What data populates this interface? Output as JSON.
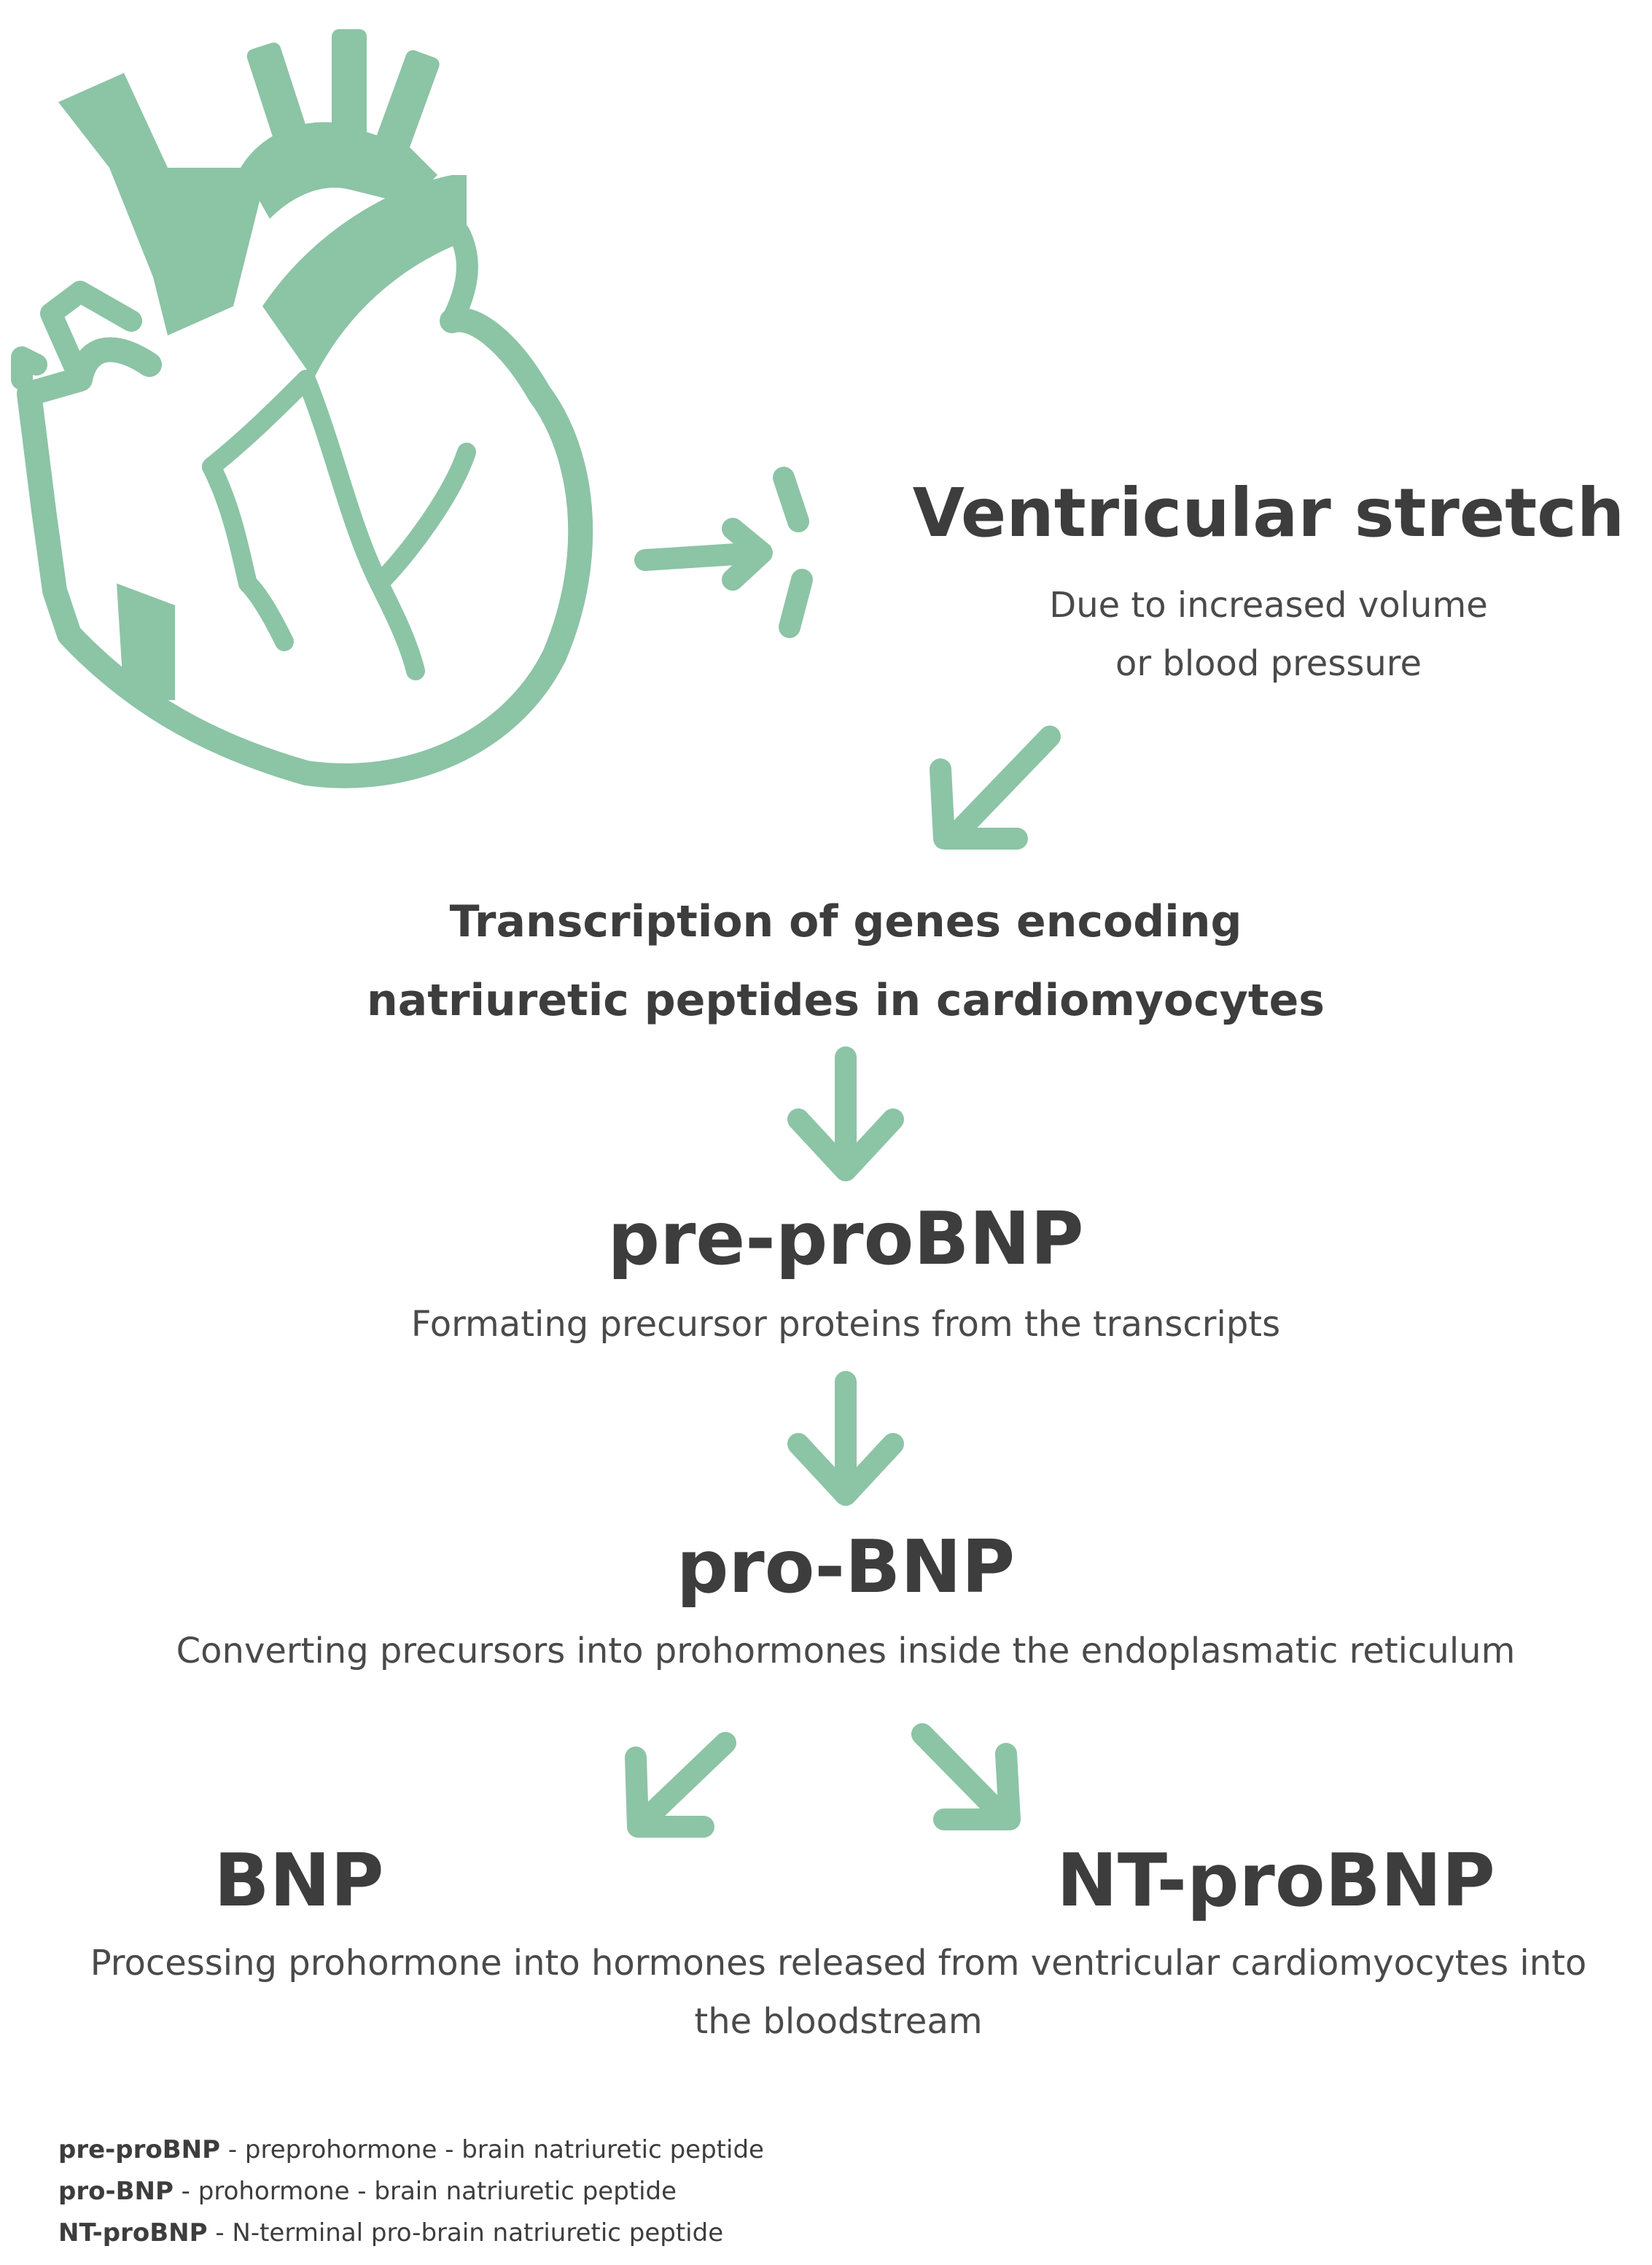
{
  "accent_color": "#8cc4a6",
  "text_color": "#3d3d3d",
  "steps": {
    "ventricular_stretch": {
      "title": "Ventricular stretch",
      "desc_line1": "Due to increased volume",
      "desc_line2": "or blood pressure"
    },
    "transcription": {
      "line1": "Transcription of genes encoding",
      "line2": "natriuretic peptides in cardiomyocytes"
    },
    "pre_probnp": {
      "title": "pre-proBNP",
      "desc": "Formating precursor proteins from the transcripts"
    },
    "pro_bnp": {
      "title": "pro-BNP",
      "desc": "Converting precursors into prohormones inside the endoplasmatic reticulum"
    },
    "bnp": {
      "title": "BNP"
    },
    "nt_probnp": {
      "title": "NT-proBNP"
    },
    "final": {
      "desc_line1": "Processing prohormone into hormones released from ventricular cardiomyocytes into",
      "desc_line2": "the bloodstream"
    }
  },
  "legend": [
    {
      "term": "pre-proBNP",
      "definition": " - preprohormone - brain natriuretic peptide"
    },
    {
      "term": "pro-BNP",
      "definition": " - prohormone - brain natriuretic peptide"
    },
    {
      "term": "NT-proBNP",
      "definition": " - N-terminal pro-brain natriuretic peptide"
    }
  ],
  "icons": [
    "heart-icon",
    "arrow-right-icon",
    "burst-icon",
    "arrow-down-left-icon",
    "arrow-down-icon",
    "arrow-down-right-icon"
  ]
}
